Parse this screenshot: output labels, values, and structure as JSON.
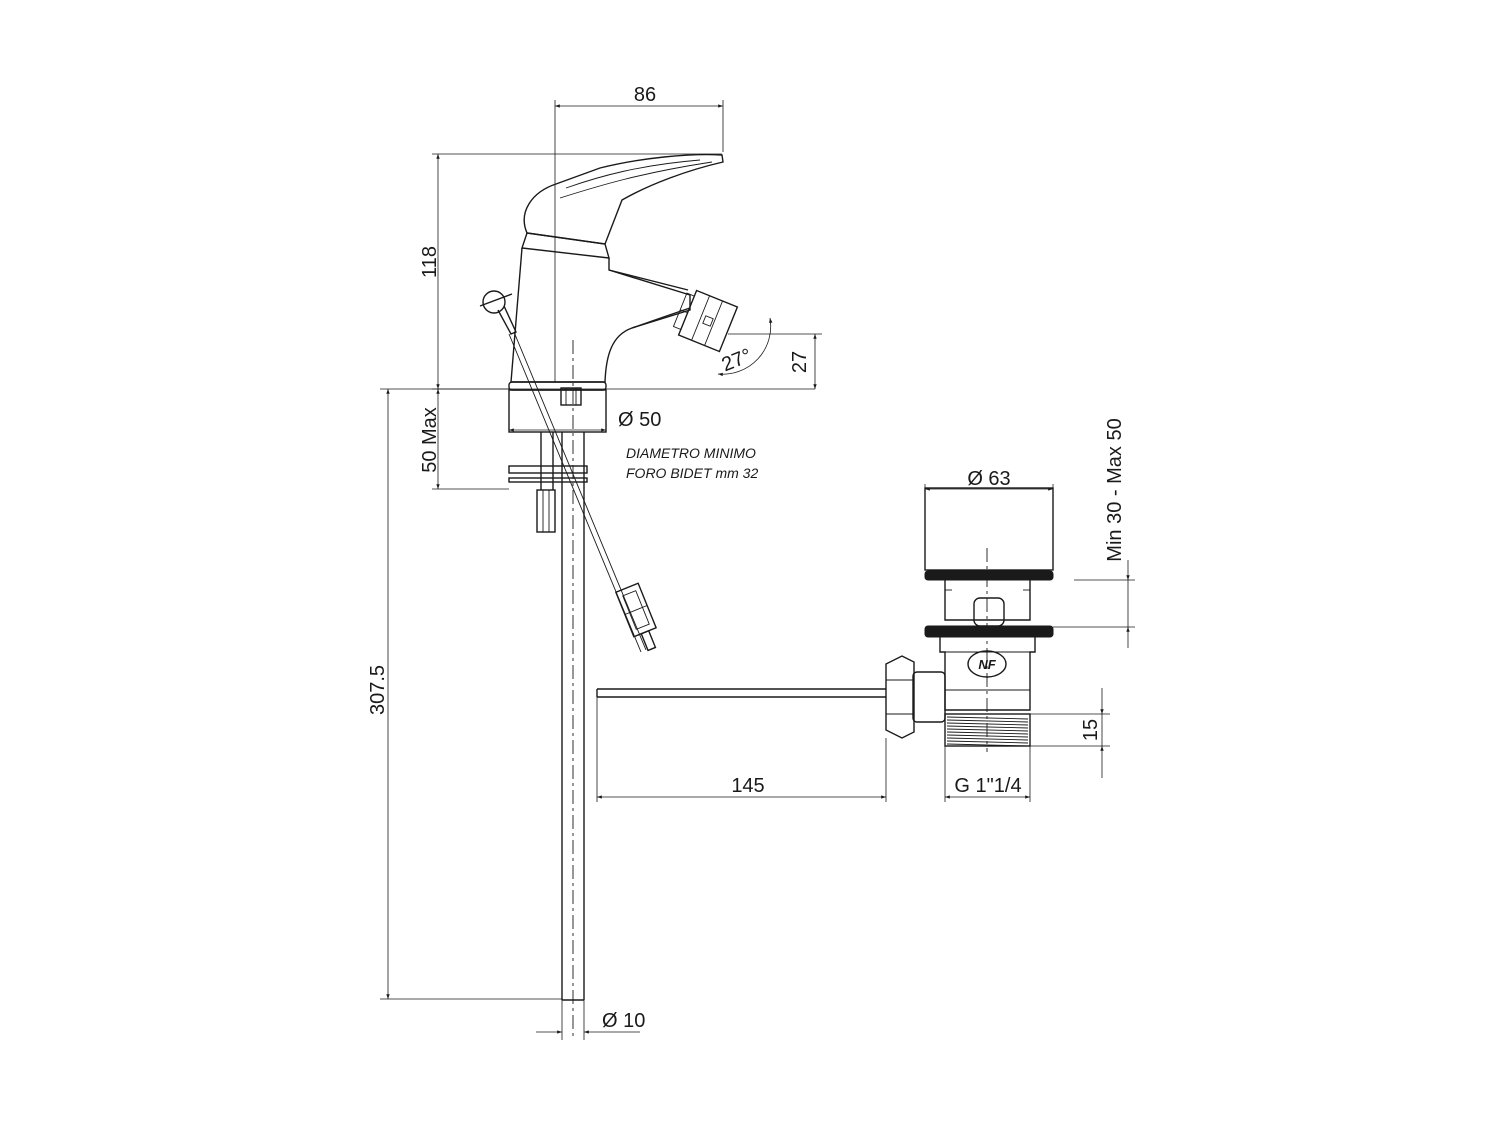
{
  "dimensions": {
    "width_86": "86",
    "height_118": "118",
    "spout_height_27": "27",
    "spout_angle": "27°",
    "base_diameter": "Ø 50",
    "deck_thickness": "50 Max",
    "total_length": "307.5",
    "rod_diameter": "Ø 10",
    "waste_diameter": "Ø 63",
    "waste_range": "Min 30 - Max 50",
    "thread": "G 1\"1/4",
    "thread_length": "15",
    "rod_length": "145"
  },
  "notes": {
    "line1": "DIAMETRO MINIMO",
    "line2": "FORO BIDET mm 32"
  },
  "logo": "NF"
}
